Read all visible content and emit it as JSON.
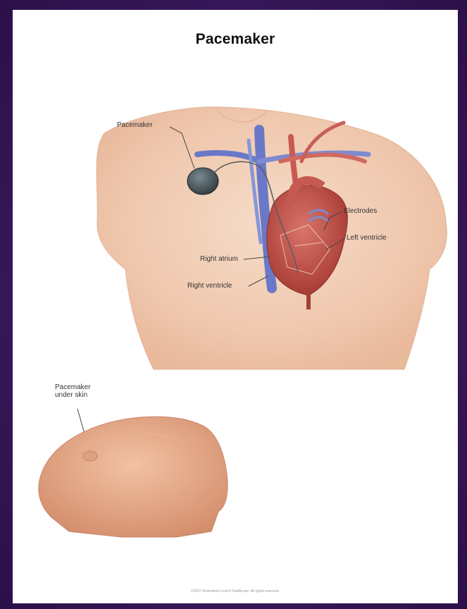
{
  "title": "Pacemaker",
  "labels": {
    "pacemaker": "Pacemaker",
    "electrodes": "Electrodes",
    "left_ventricle": "Left ventricle",
    "right_atrium": "Right atrium",
    "right_ventricle": "Right ventricle",
    "pacemaker_under_skin": "Pacemaker under skin"
  },
  "footer": "©2007 Rosenfeld-Lovech Healthcare. All rights reserved.",
  "colors": {
    "frame": "#3a1a5c",
    "skin": "#f2c9b0",
    "heart": "#c8524a",
    "vein": "#6a78c8"
  }
}
